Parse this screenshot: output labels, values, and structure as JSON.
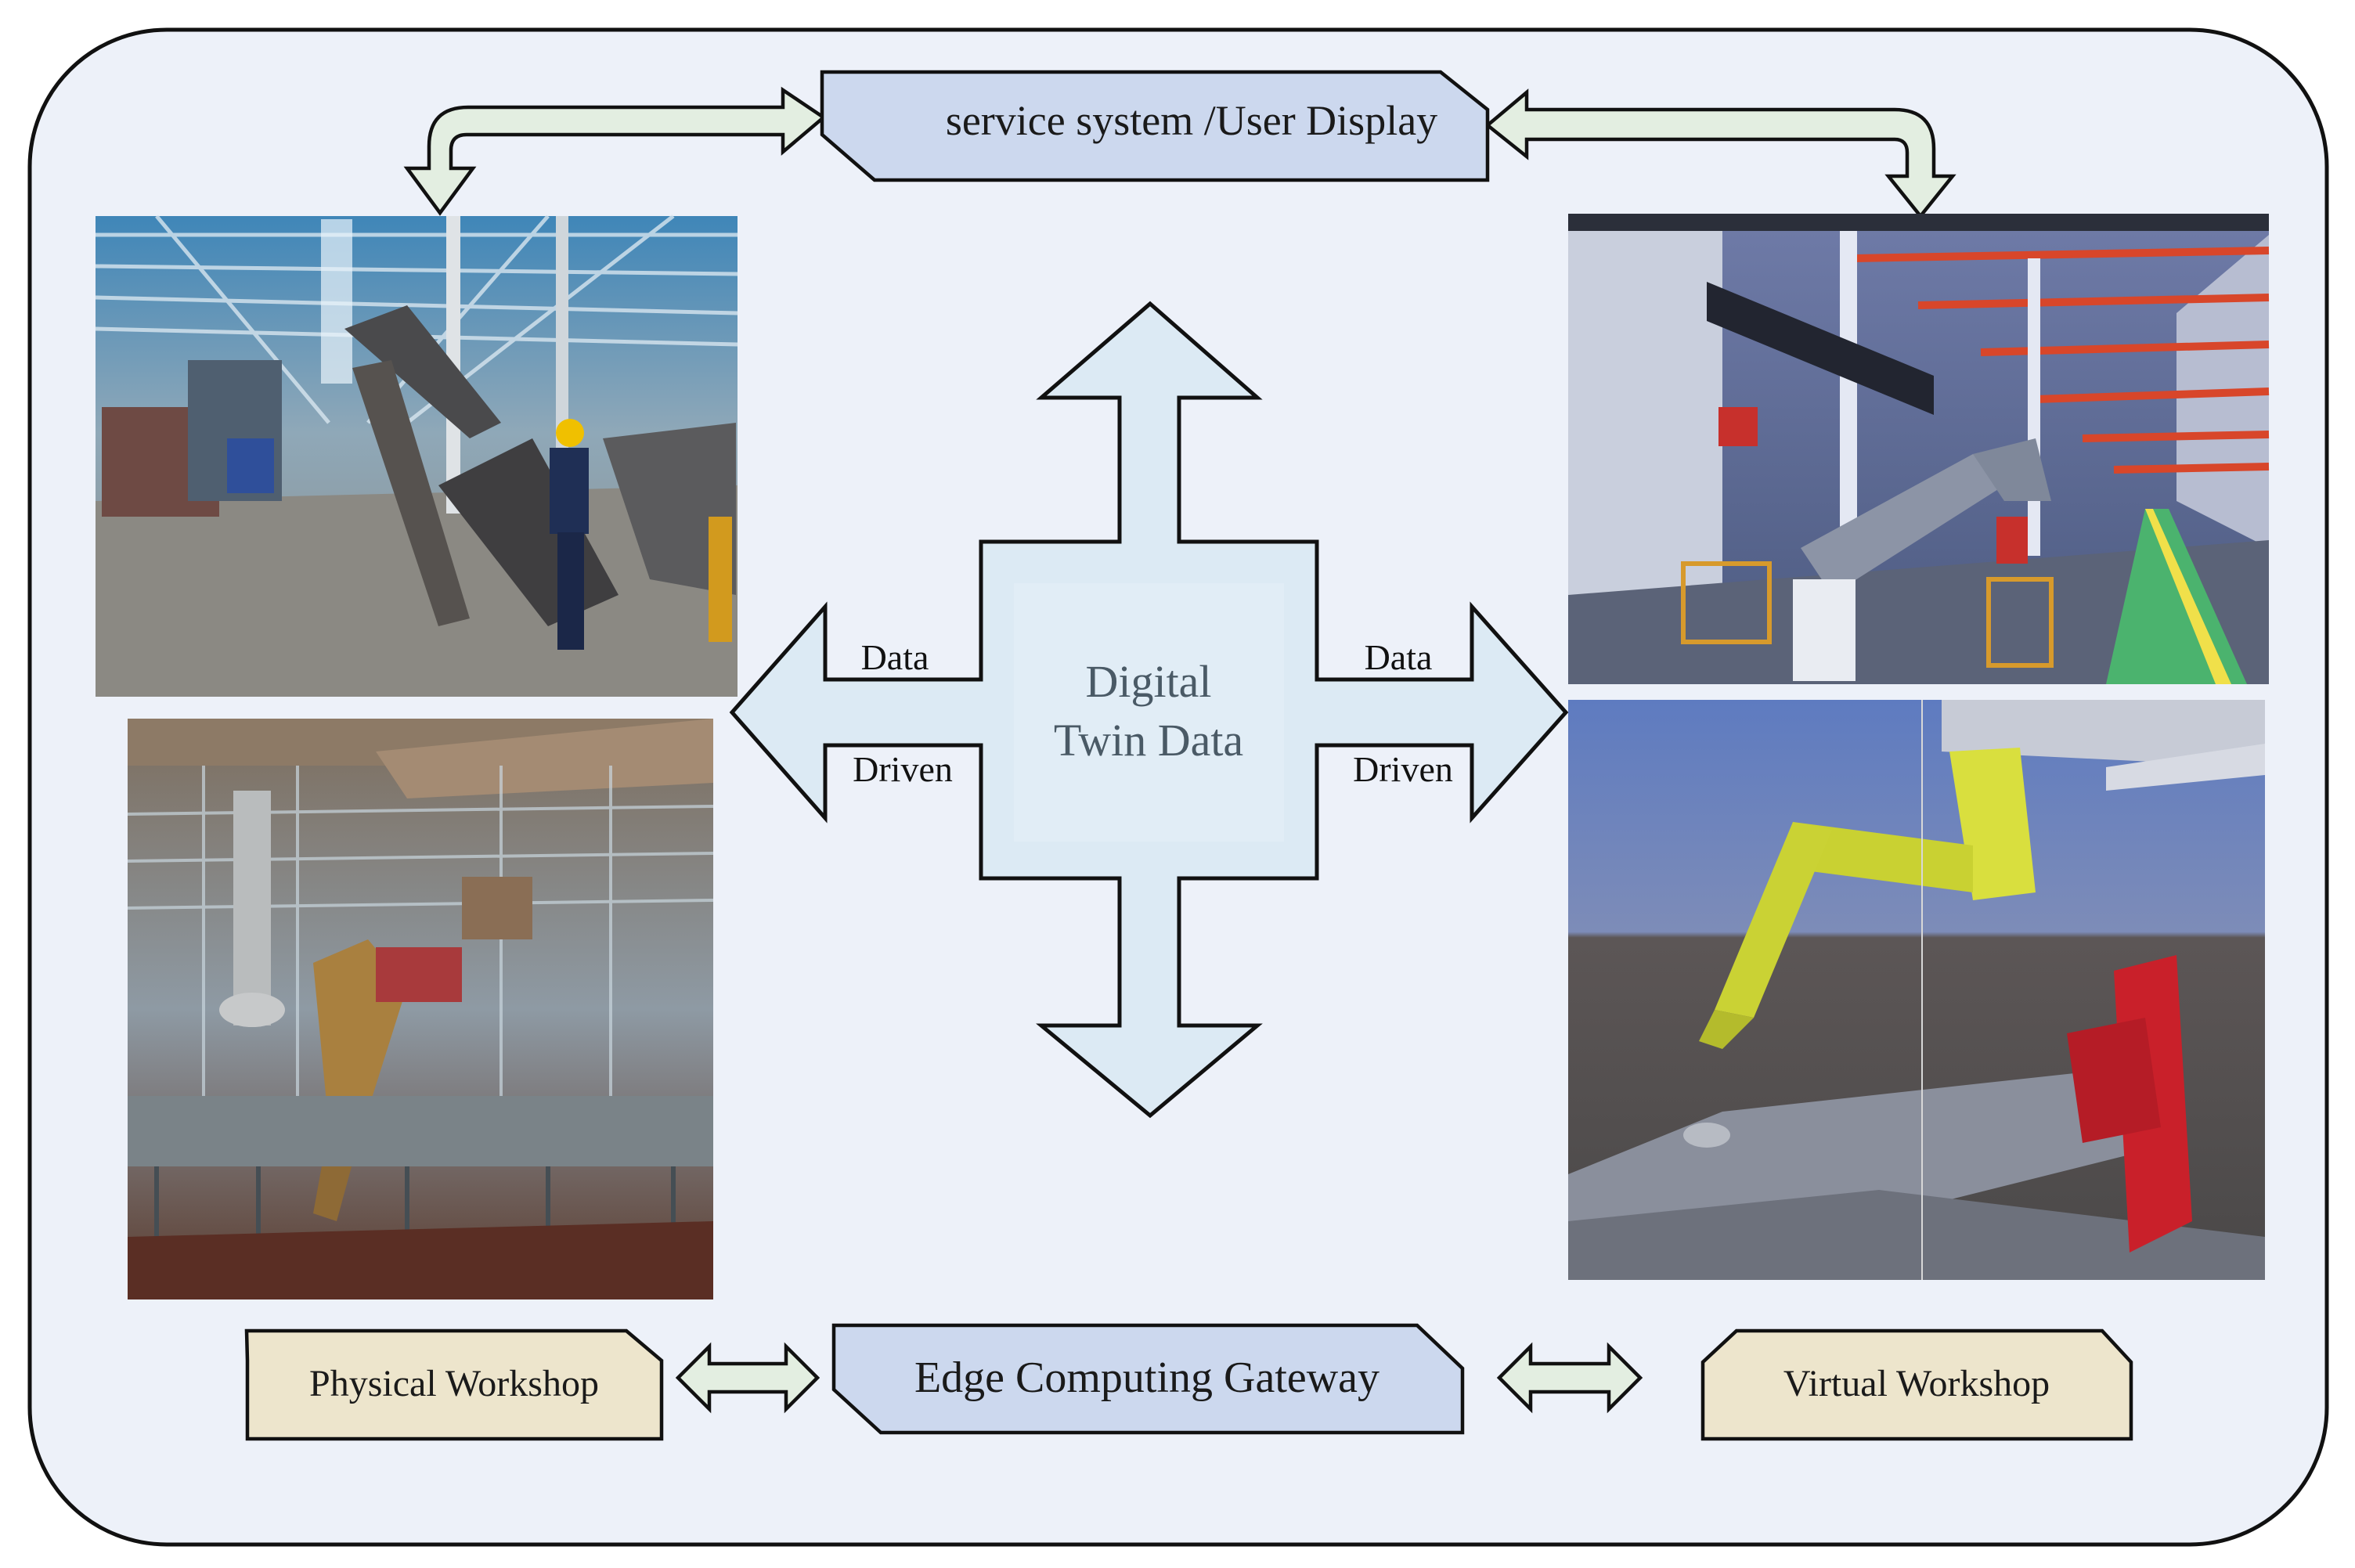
{
  "top_box": {
    "label": "service system /User Display"
  },
  "center": {
    "line1": "Digital",
    "line2": "Twin Data"
  },
  "left_arrow": {
    "top_label": "Data",
    "bottom_label": "Driven"
  },
  "right_arrow": {
    "top_label": "Data",
    "bottom_label": "Driven"
  },
  "bottom": {
    "physical_label": "Physical Workshop",
    "gateway_label": "Edge Computing Gateway",
    "virtual_label": "Virtual Workshop"
  },
  "colors": {
    "background_panel": "#edf1f9",
    "service_box": "#ccd8ee",
    "center_cross": "#dceaf4",
    "workshop_box": "#ede5cc",
    "connector_arrow": "#e3eee1",
    "outline": "#111111"
  }
}
